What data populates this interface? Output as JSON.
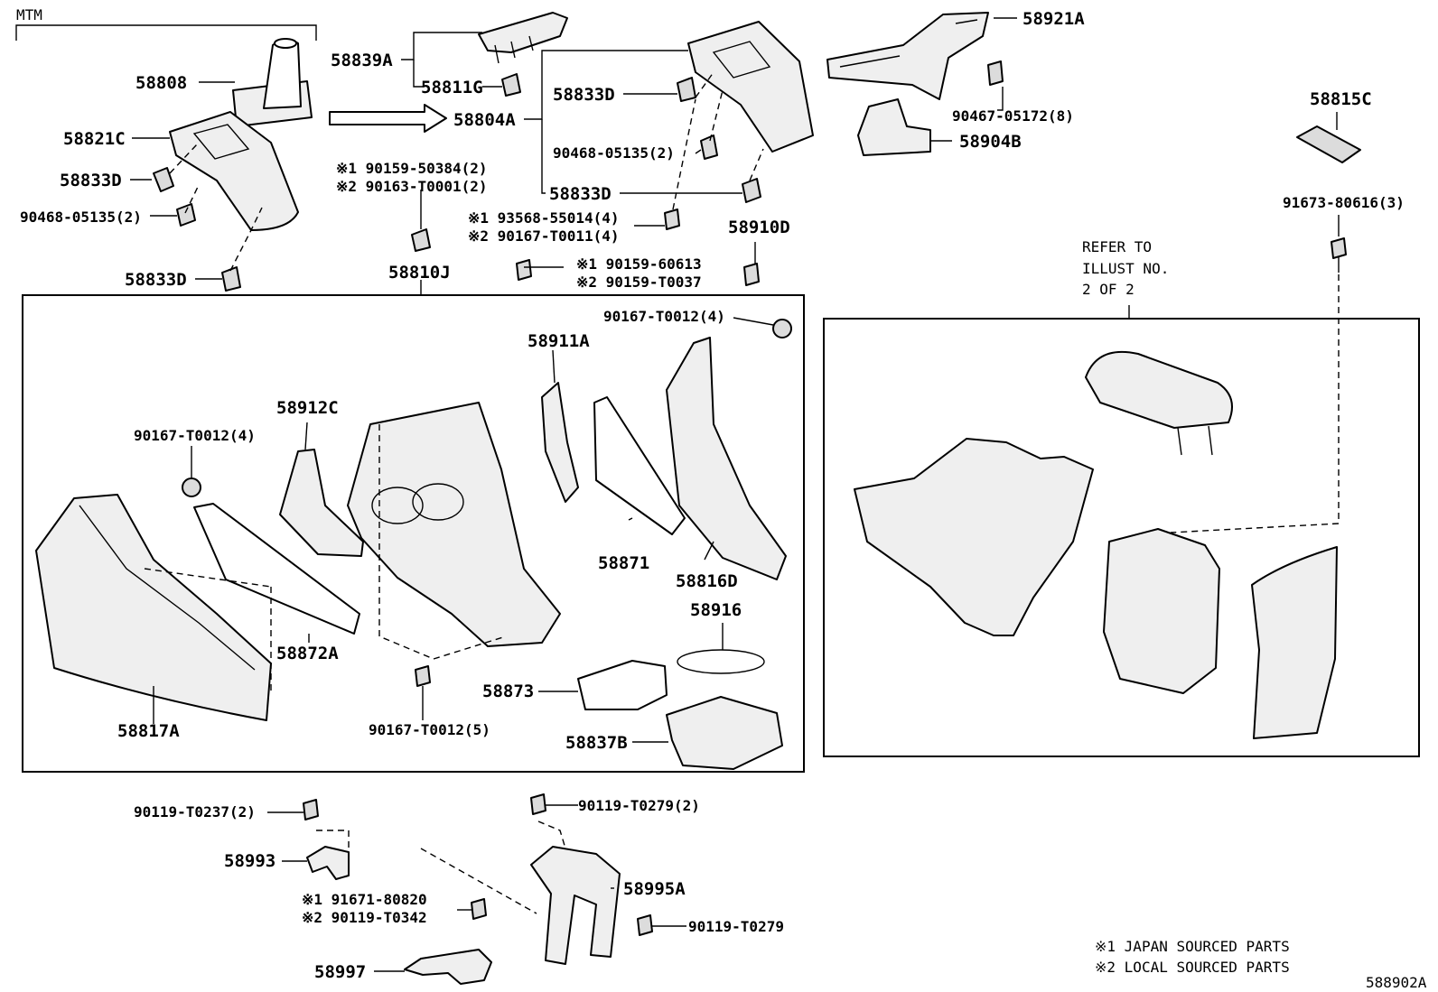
{
  "diagram_id": "588902A",
  "variant_label": "MTM",
  "refer_note": [
    "REFER TO",
    "ILLUST NO.",
    "2 OF 2"
  ],
  "legend": {
    "japan": "※1 JAPAN SOURCED PARTS",
    "local": "※2 LOCAL SOURCED PARTS"
  },
  "labels": {
    "p58808": "58808",
    "p58821C": "58821C",
    "p58833D_a": "58833D",
    "p90468_a": "90468-05135(2)",
    "p58833D_b": "58833D",
    "p58839A": "58839A",
    "p58811G": "58811G",
    "p58804A": "58804A",
    "p58833D_c": "58833D",
    "p90468_b": "90468-05135(2)",
    "p58833D_d": "58833D",
    "p58921A": "58921A",
    "p90467": "90467-05172(8)",
    "p58904B": "58904B",
    "p58815C": "58815C",
    "p91673": "91673-80616(3)",
    "p90159_50384": "※1 90159-50384(2)",
    "p90163": "※2 90163-T0001(2)",
    "p93568": "※1 93568-55014(4)",
    "p90167_0011": "※2 90167-T0011(4)",
    "p58910D": "58910D",
    "p58810J": "58810J",
    "p90159_60613": "※1 90159-60613",
    "p90159_0037": "※2 90159-T0037",
    "p90167_0012_top": "90167-T0012(4)",
    "p58911A": "58911A",
    "p58912C": "58912C",
    "p90167_0012_left": "90167-T0012(4)",
    "p58871": "58871",
    "p58816D": "58816D",
    "p58916": "58916",
    "p58873": "58873",
    "p58837B": "58837B",
    "p58872A": "58872A",
    "p58817A": "58817A",
    "p90167_0012_5": "90167-T0012(5)",
    "p90119_0237": "90119-T0237(2)",
    "p90119_0279_2": "90119-T0279(2)",
    "p58993": "58993",
    "p58995A": "58995A",
    "p91671": "※1 91671-80820",
    "p90119_0342": "※2 90119-T0342",
    "p90119_0279": "90119-T0279",
    "p58997": "58997"
  }
}
